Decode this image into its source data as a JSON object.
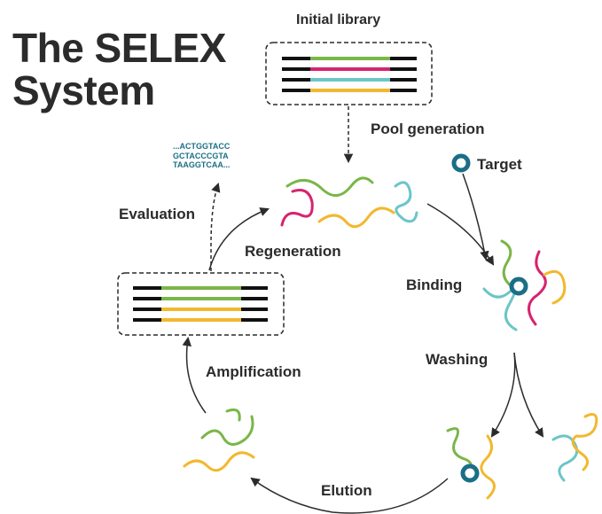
{
  "title": {
    "line1": "The SELEX",
    "line2": "System"
  },
  "labels": {
    "initial_library": "Initial library",
    "pool_generation": "Pool generation",
    "target": "Target",
    "binding": "Binding",
    "washing": "Washing",
    "elution": "Elution",
    "amplification": "Amplification",
    "regeneration": "Regeneration",
    "evaluation": "Evaluation"
  },
  "sequence": {
    "line1": "...ACTGGTACC",
    "line2": "GCTACCCGTA",
    "line3": "TAAGGTCAA..."
  },
  "colors": {
    "green": "#7ab648",
    "pink": "#d6246e",
    "cyan": "#6cc5c8",
    "yellow": "#f2b82e",
    "target": "#1a6f86",
    "text": "#2b2b2b"
  },
  "icons": {
    "target": "target-bead-icon"
  }
}
